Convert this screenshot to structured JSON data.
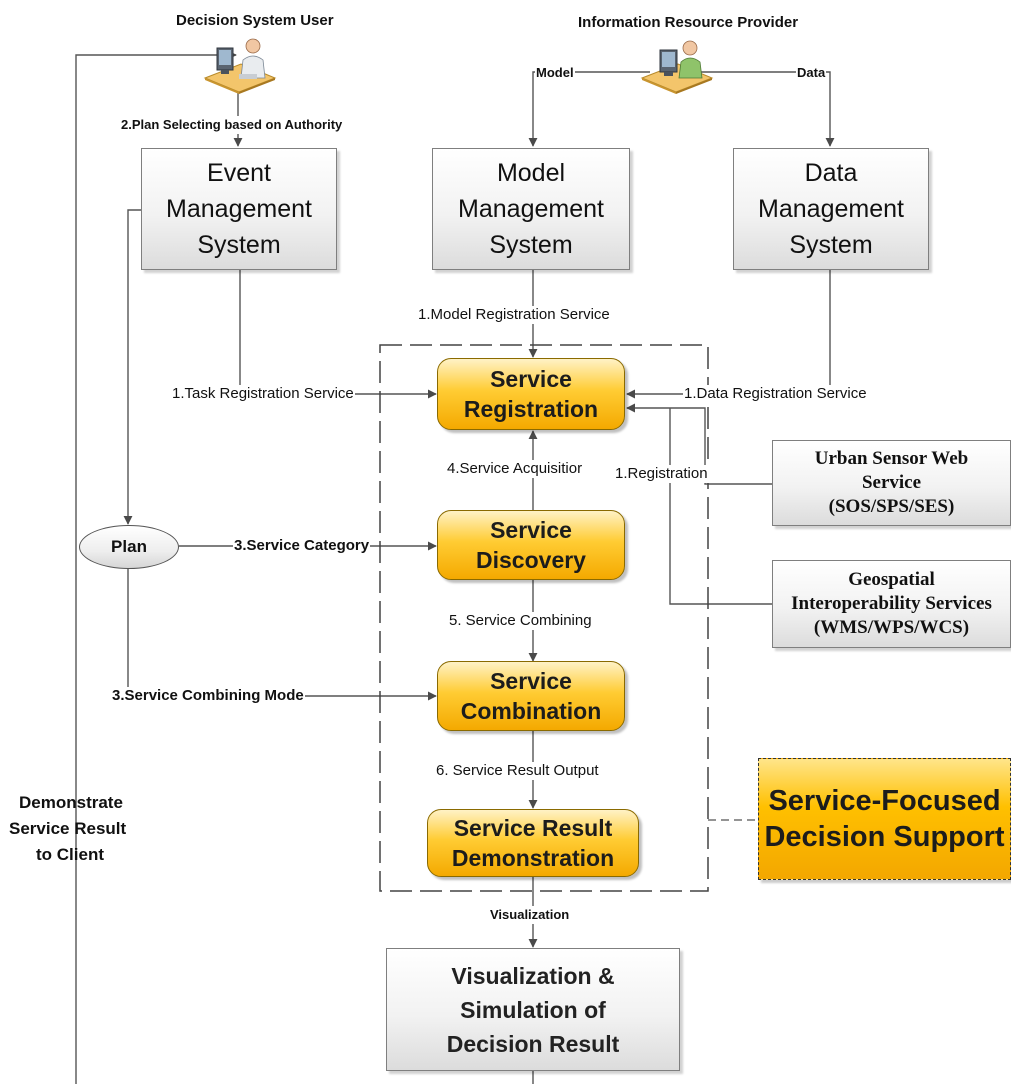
{
  "actors": {
    "decision_user": "Decision System User",
    "info_provider": "Information Resource Provider"
  },
  "systems": {
    "event": [
      "Event",
      "Management",
      "System"
    ],
    "model": [
      "Model",
      "Management",
      "System"
    ],
    "data": [
      "Data",
      "Management",
      "System"
    ]
  },
  "services": {
    "registration": [
      "Service",
      "Registration"
    ],
    "discovery": [
      "Service",
      "Discovery"
    ],
    "combination": [
      "Service",
      "Combination"
    ],
    "demonstration": [
      "Service Result",
      "Demonstration"
    ]
  },
  "external": {
    "urban_sensor": [
      "Urban Sensor Web",
      "Service",
      "(SOS/SPS/SES)"
    ],
    "geospatial": [
      "Geospatial",
      "Interoperability Services",
      "(WMS/WPS/WCS)"
    ]
  },
  "plan": "Plan",
  "decision_support": [
    "Service-Focused",
    "Decision Support"
  ],
  "visualization_box": [
    "Visualization &",
    "Simulation of",
    "Decision Result"
  ],
  "demonstrate": [
    "Demonstrate",
    "Service Result",
    "to Client"
  ],
  "labels": {
    "model": "Model",
    "data": "Data",
    "plan_selecting": "2.Plan Selecting based on Authority",
    "model_registration": "1.Model Registration Service",
    "task_registration": "1.Task Registration Service",
    "data_registration": "1.Data Registration Service",
    "service_acquisition": "4.Service Acquisitior",
    "registration": "1.Registration",
    "service_category": "3.Service Category",
    "service_combining": "5. Service Combining",
    "service_combining_mode": "3.Service Combining Mode",
    "result_output": "6. Service Result Output",
    "visualization": "Visualization"
  },
  "colors": {
    "service_fill": "#ffc000",
    "service_border": "#8a6a00",
    "system_fill": "#f2f2f2",
    "line": "#555555"
  },
  "icons": [
    "user-at-computer-icon",
    "provider-at-computer-icon"
  ]
}
